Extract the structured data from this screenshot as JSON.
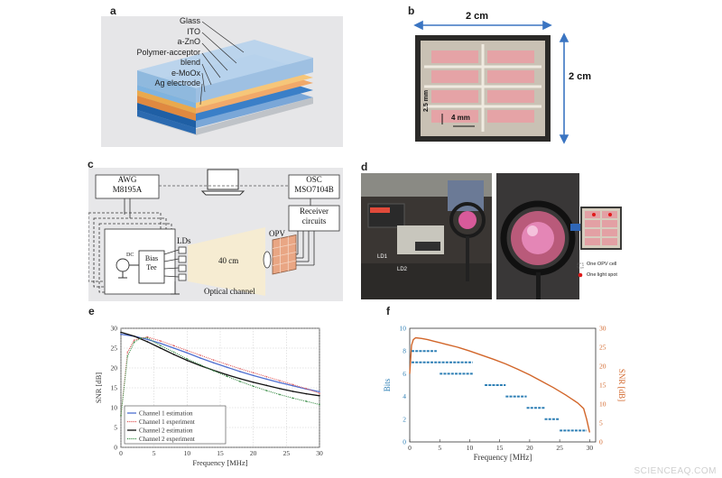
{
  "panels": {
    "a": {
      "label": "a",
      "layers": [
        "Glass",
        "ITO",
        "a-ZnO",
        "Polymer-acceptor",
        "blend",
        "e-MoOx",
        "Ag electrode"
      ]
    },
    "b": {
      "label": "b",
      "width_label": "2 cm",
      "height_label": "2 cm",
      "strip_width_label": "2.5 mm",
      "strip_length_label": "4 mm"
    },
    "c": {
      "label": "c",
      "awg": [
        "AWG",
        "M8195A"
      ],
      "osc": [
        "OSC",
        "MSO7104B"
      ],
      "receiver": [
        "Receiver",
        "circuits"
      ],
      "bias_tee": [
        "Bias",
        "Tee"
      ],
      "dc": "DC",
      "lds": "LDs",
      "opv": "OPV",
      "distance": "40 cm",
      "channel": "Optical channel"
    },
    "d": {
      "label": "d",
      "ld_labels": [
        "LD1",
        "LD2"
      ],
      "legend": [
        "One OPV cell",
        "One light spot"
      ]
    },
    "e": {
      "label": "e"
    },
    "f": {
      "label": "f"
    }
  },
  "watermark": "SCIENCEAQ.COM",
  "chart_data": [
    {
      "type": "line",
      "panel": "e",
      "xlabel": "Frequency [MHz]",
      "ylabel": "SNR [dB]",
      "xlim": [
        0,
        30
      ],
      "ylim": [
        0,
        30
      ],
      "xticks": [
        0,
        5,
        10,
        15,
        20,
        25,
        30
      ],
      "yticks": [
        0,
        5,
        10,
        15,
        20,
        25,
        30
      ],
      "grid": true,
      "legend_position": "bottom-left",
      "series": [
        {
          "name": "Channel 1 estimation",
          "color": "#4f6fd1",
          "style": "solid",
          "x": [
            0,
            2,
            4,
            6,
            8,
            10,
            12,
            14,
            16,
            18,
            20,
            22,
            24,
            26,
            28,
            30
          ],
          "y": [
            28.5,
            28.0,
            27.2,
            26.2,
            25.0,
            23.8,
            22.5,
            21.3,
            20.2,
            19.1,
            18.1,
            17.2,
            16.3,
            15.5,
            14.7,
            14.0
          ]
        },
        {
          "name": "Channel 1 experiment",
          "color": "#e05a5a",
          "style": "dotted",
          "x": [
            0,
            1,
            2,
            3,
            4,
            6,
            8,
            10,
            12,
            14,
            16,
            18,
            20,
            22,
            24,
            26,
            28,
            30
          ],
          "y": [
            8,
            24,
            27,
            27.5,
            27.8,
            26.8,
            25.6,
            24.4,
            23.2,
            22.0,
            20.9,
            19.8,
            18.8,
            17.8,
            16.8,
            15.8,
            14.8,
            13.6
          ]
        },
        {
          "name": "Channel 2 estimation",
          "color": "#111111",
          "style": "solid",
          "x": [
            0,
            2,
            4,
            6,
            8,
            10,
            12,
            14,
            16,
            18,
            20,
            22,
            24,
            26,
            28,
            30
          ],
          "y": [
            29.0,
            28.0,
            26.6,
            25.0,
            23.4,
            21.9,
            20.6,
            19.4,
            18.3,
            17.3,
            16.4,
            15.6,
            14.8,
            14.1,
            13.5,
            13.0
          ]
        },
        {
          "name": "Channel 2 experiment",
          "color": "#3d8f4a",
          "style": "dotted",
          "x": [
            0,
            1,
            2,
            3,
            4,
            6,
            8,
            10,
            12,
            14,
            16,
            18,
            20,
            22,
            24,
            26,
            28,
            30
          ],
          "y": [
            8,
            23,
            26.5,
            27.5,
            27.6,
            25.6,
            24.0,
            22.3,
            20.8,
            19.3,
            17.9,
            16.6,
            15.4,
            14.3,
            13.3,
            12.4,
            11.6,
            10.8
          ]
        }
      ]
    },
    {
      "type": "line",
      "panel": "f",
      "xlabel": "Frequency [MHz]",
      "ylabel": "Bits",
      "y2label": "SNR [dB]",
      "xlim": [
        0,
        31
      ],
      "ylim": [
        0,
        10
      ],
      "y2lim": [
        0,
        30
      ],
      "xticks": [
        0,
        5,
        10,
        15,
        20,
        25,
        30
      ],
      "yticks": [
        0,
        2,
        4,
        6,
        8,
        10
      ],
      "y2ticks": [
        0,
        5,
        10,
        15,
        20,
        25,
        30
      ],
      "grid": false,
      "series": [
        {
          "name": "Bits",
          "axis": "left",
          "color": "#2e7fb5",
          "style": "steps",
          "segments": [
            {
              "x": [
                0.3,
                4.5
              ],
              "y": 8
            },
            {
              "x": [
                0.3,
                10.5
              ],
              "y": 7
            },
            {
              "x": [
                5.0,
                10.5
              ],
              "y": 6
            },
            {
              "x": [
                12.5,
                16.0
              ],
              "y": 5
            },
            {
              "x": [
                16.0,
                19.5
              ],
              "y": 4
            },
            {
              "x": [
                19.5,
                22.5
              ],
              "y": 3
            },
            {
              "x": [
                22.5,
                25.0
              ],
              "y": 2
            },
            {
              "x": [
                25.0,
                29.5
              ],
              "y": 1
            }
          ]
        },
        {
          "name": "SNR",
          "axis": "right",
          "color": "#d2662a",
          "style": "solid",
          "x": [
            0,
            0.3,
            0.6,
            1,
            2,
            3,
            4,
            5,
            6,
            8,
            10,
            12,
            14,
            16,
            18,
            20,
            22,
            24,
            26,
            28,
            29,
            29.5,
            30
          ],
          "y": [
            18,
            25.5,
            27,
            27.5,
            27.3,
            27.0,
            26.6,
            26.2,
            25.8,
            25.0,
            24.0,
            22.9,
            21.8,
            20.6,
            19.2,
            17.7,
            16.0,
            14.3,
            12.4,
            10.3,
            8.8,
            6,
            2.5
          ]
        }
      ]
    }
  ]
}
